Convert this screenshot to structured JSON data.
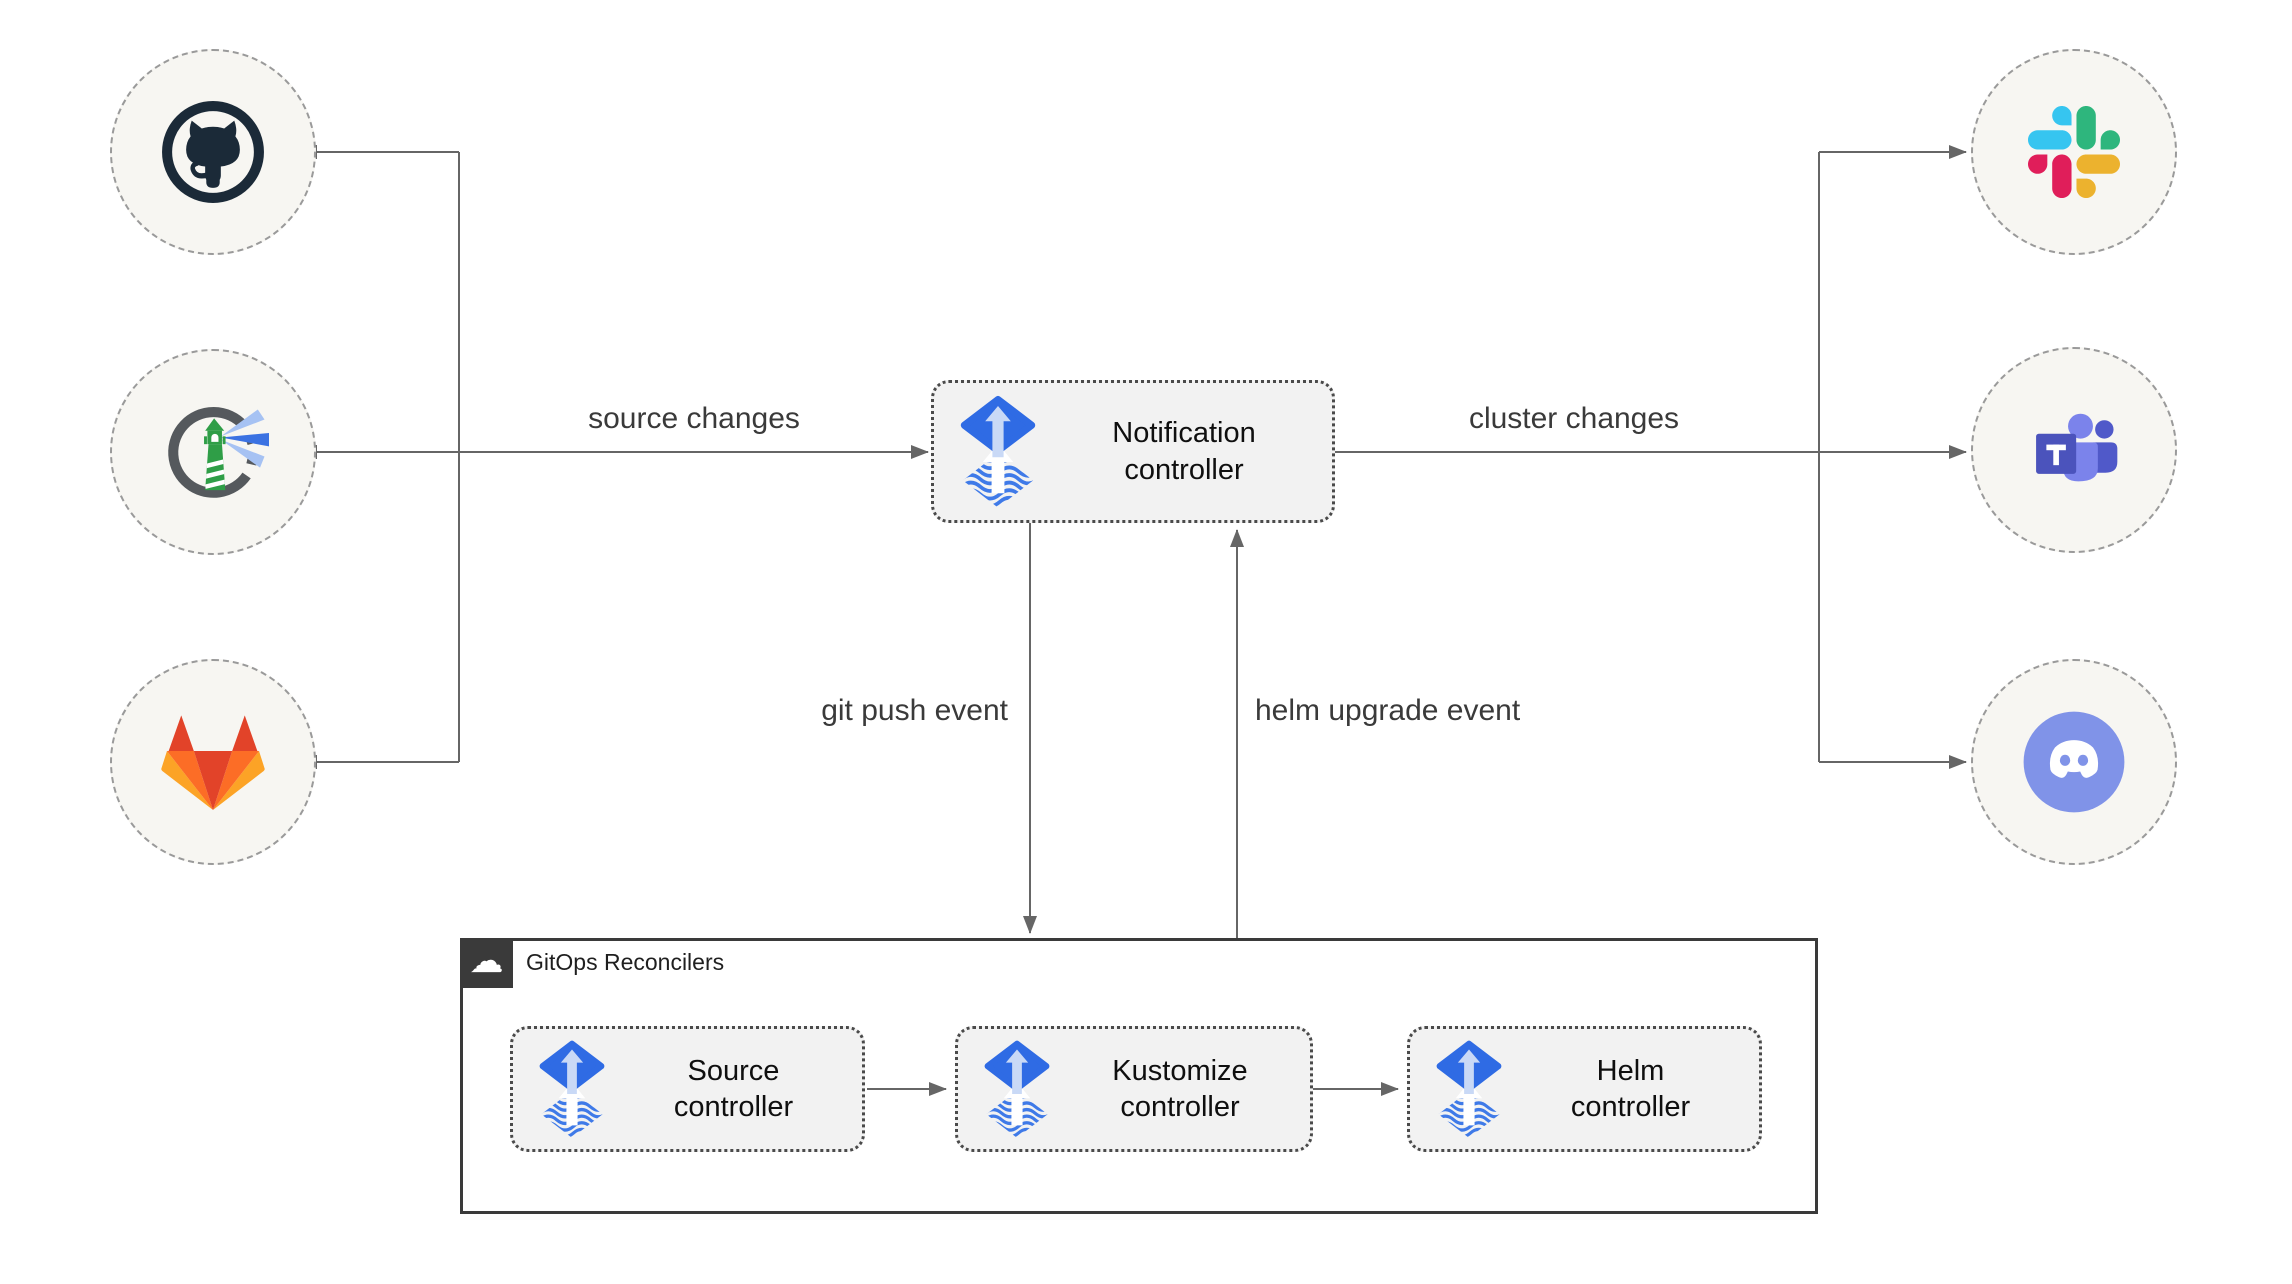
{
  "edges": {
    "source_changes": "source changes",
    "cluster_changes": "cluster changes",
    "git_push_event": "git push event",
    "helm_upgrade_event": "helm upgrade event"
  },
  "nodes": {
    "notification": {
      "label": "Notification controller"
    },
    "source": {
      "label": "Source controller"
    },
    "kustomize": {
      "label": "Kustomize controller"
    },
    "helm": {
      "label": "Helm controller"
    }
  },
  "group": {
    "label": "GitOps Reconcilers",
    "cloud_glyph": "☁"
  },
  "sources": [
    {
      "icon": "github-icon"
    },
    {
      "icon": "harbor-icon"
    },
    {
      "icon": "gitlab-icon"
    }
  ],
  "targets": [
    {
      "icon": "slack-icon"
    },
    {
      "icon": "teams-icon"
    },
    {
      "icon": "discord-icon"
    }
  ],
  "colors": {
    "line": "#666666",
    "flux_blue": "#2f6be4",
    "flux_wave": "#3f7ae8",
    "flux_arrow_light": "#c9d9f6",
    "github": "#1b2a38",
    "harbor_ring": "#55595d",
    "harbor_green": "#2f9e47",
    "harbor_beam_mid": "#3b72e2",
    "harbor_beam_light": "#a6c2f3",
    "gitlab_red": "#e24329",
    "gitlab_orange": "#fc6d26",
    "gitlab_yellow": "#fca326",
    "slack_blue": "#36c5f0",
    "slack_green": "#2eb67d",
    "slack_yellow": "#ecb22e",
    "slack_red": "#e01e5a",
    "teams_dark": "#4b53bc",
    "teams_mid": "#7b83eb",
    "teams_deep": "#5059c9",
    "discord": "#8093e8"
  }
}
